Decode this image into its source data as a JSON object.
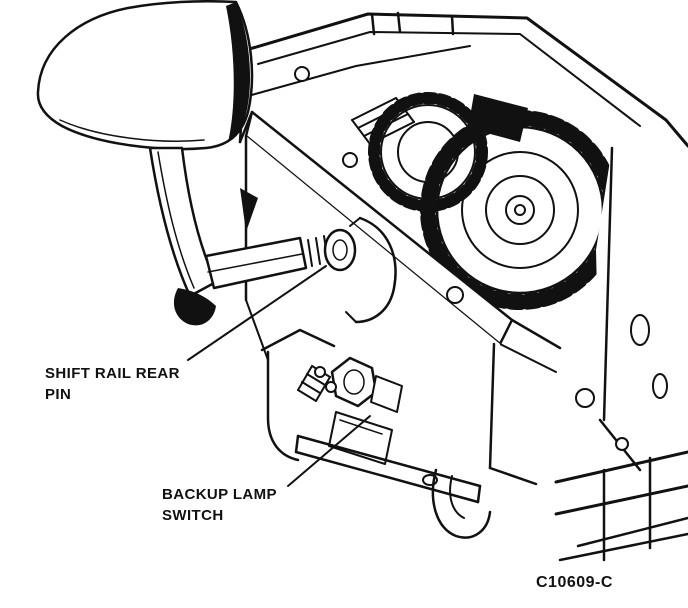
{
  "figure": {
    "code": "C10609-C",
    "colors": {
      "line": "#111111",
      "background": "#ffffff"
    },
    "labels": {
      "shift_rail_rear_pin": {
        "line1": "SHIFT RAIL REAR",
        "line2": "PIN"
      },
      "backup_lamp_switch": {
        "line1": "BACKUP LAMP",
        "line2": "SWITCH"
      }
    }
  }
}
